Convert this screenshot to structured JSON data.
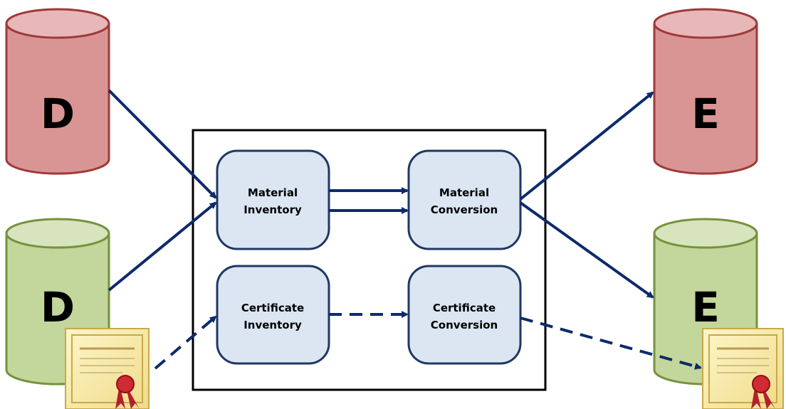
{
  "colors": {
    "red_cylinder_fill": "#d99594",
    "red_cylinder_top": "#e8b7b7",
    "red_cylinder_stroke": "#9e3a3a",
    "green_cylinder_fill": "#c3d69b",
    "green_cylinder_top": "#d7e4bd",
    "green_cylinder_stroke": "#76923c",
    "process_fill": "#dce6f2",
    "process_stroke": "#1f3864",
    "arrow": "#0d2a6b",
    "frame_stroke": "#000000"
  },
  "databases": {
    "top_left": {
      "letter": "D",
      "color": "red"
    },
    "bottom_left": {
      "letter": "D",
      "color": "green"
    },
    "top_right": {
      "letter": "E",
      "color": "red"
    },
    "bottom_right": {
      "letter": "E",
      "color": "green"
    }
  },
  "processes": {
    "material_inventory": {
      "line1": "Material",
      "line2": "Inventory"
    },
    "material_conversion": {
      "line1": "Material",
      "line2": "Conversion"
    },
    "certificate_inventory": {
      "line1": "Certificate",
      "line2": "Inventory"
    },
    "certificate_conversion": {
      "line1": "Certificate",
      "line2": "Conversion"
    }
  },
  "certificates": {
    "left": {
      "icon": "certificate-icon"
    },
    "right": {
      "icon": "certificate-icon"
    }
  }
}
